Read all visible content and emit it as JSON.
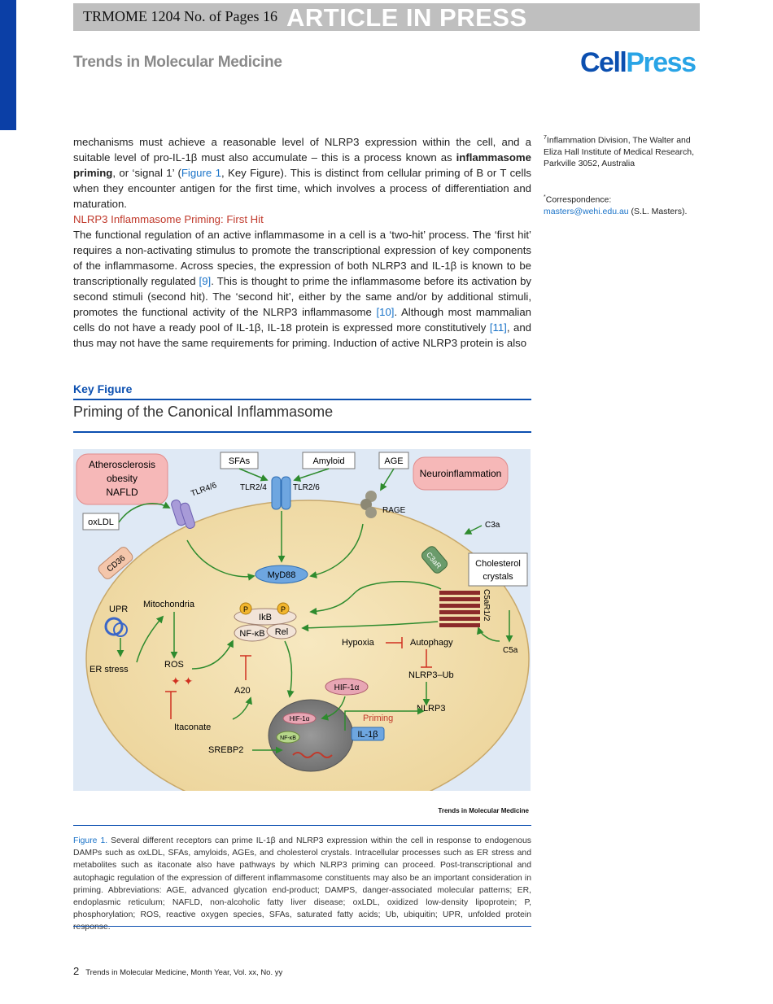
{
  "header": {
    "banner_left": "TRMOME 1204  No. of Pages 16",
    "banner_right": "ARTICLE IN PRESS",
    "journal": "Trends in Molecular Medicine",
    "logo_cell": "Cell",
    "logo_press": "Press"
  },
  "para1": {
    "t1": "mechanisms must achieve a reasonable level of NLRP3 expression within the cell, and a suitable level of pro-IL-1β must also accumulate – this is a process known as ",
    "bold": "inflammasome priming",
    "t2": ", or ‘signal 1’ (",
    "link": "Figure 1",
    "t3": ", Key Figure). This is distinct from cellular priming of B or T cells when they encounter antigen for the first time, which involves a process of differentiation and maturation."
  },
  "subheading": "NLRP3 Inflammasome Priming: First Hit",
  "para2": {
    "t1": "The functional regulation of an active inflammasome in a cell is a ‘two-hit’ process. The ‘first hit’ requires a non-activating stimulus to promote the transcriptional expression of key components of the inflammasome. Across species, the expression of both NLRP3 and IL-1β is known to be transcriptionally regulated ",
    "ref1": "[9]",
    "t2": ". This is thought to prime the inflammasome before its activation by second stimuli (second hit). The ‘second hit’, either by the same and/or by additional stimuli, promotes the functional activity of the NLRP3 inflammasome ",
    "ref2": "[10]",
    "t3": ". Although most mammalian cells do not have a ready pool of IL-1β, IL-18 protein is expressed more constitutively ",
    "ref3": "[11]",
    "t4": ", and thus may not have the same requirements for priming. Induction of active NLRP3 protein is also"
  },
  "sidenotes": {
    "affil_sup": "7",
    "affil": "Inflammation Division, The Walter and Eliza Hall Institute of Medical Research, Parkville 3052, Australia",
    "corr_sup": "*",
    "corr_label": "Correspondence:",
    "email": "masters@wehi.edu.au",
    "corr_tail": " (S.L. Masters)."
  },
  "key_figure": {
    "label": "Key Figure",
    "title": "Priming of the Canonical Inflammasome"
  },
  "figure": {
    "boxes": {
      "athero": [
        "Atherosclerosis",
        "obesity",
        "NAFLD"
      ],
      "neuro": "Neuroinflammation",
      "oxldl": "oxLDL",
      "sfas": "SFAs",
      "amyloid": "Amyloid",
      "age": "AGE",
      "cholesterol": [
        "Cholesterol",
        "crystals"
      ]
    },
    "labels": {
      "tlr46": "TLR4/6",
      "tlr24": "TLR2/4",
      "tlr26": "TLR2/6",
      "rage": "RAGE",
      "c3a": "C3a",
      "c3ar": "C3aR",
      "cd36": "CD36",
      "c5ar": "C5aR1/2",
      "c5a": "C5a",
      "myd88": "MyD88",
      "p": "P",
      "ikb": "IkB",
      "nfkb": "NF-κB",
      "rel": "Rel",
      "upr": "UPR",
      "mito": "Mitochondria",
      "er_stress": "ER stress",
      "ros": "ROS",
      "a20": "A20",
      "itaconate": "Itaconate",
      "srebp2": "SREBP2",
      "hypoxia": "Hypoxia",
      "autophagy": "Autophagy",
      "nlrp3ub": "NLRP3–Ub",
      "nlrp3": "NLRP3",
      "hif": "HIF-1α",
      "priming": "Priming",
      "il1b": "IL-1β"
    }
  },
  "figure_credit": "Trends in Molecular Medicine",
  "caption": {
    "label": "Figure 1.",
    "text": " Several different receptors can prime IL-1β and NLRP3 expression within the cell in response to endogenous DAMPs such as oxLDL, SFAs, amyloids, AGEs, and cholesterol crystals. Intracellular processes such as ER stress and metabolites such as itaconate also have pathways by which NLRP3 priming can proceed. Post-transcriptional and autophagic regulation of the expression of different inflammasome constituents may also be an important consideration in priming. Abbreviations: AGE, advanced glycation end-product; DAMPS, danger-associated molecular patterns; ER, endoplasmic reticulum; NAFLD, non-alcoholic fatty liver disease; oxLDL, oxidized low-density lipoprotein; P, phosphorylation; ROS, reactive oxygen species, SFAs, saturated fatty acids; Ub, ubiquitin; UPR, unfolded protein response."
  },
  "footer": {
    "page": "2",
    "text": "Trends in Molecular Medicine, Month Year, Vol. xx, No. yy"
  }
}
